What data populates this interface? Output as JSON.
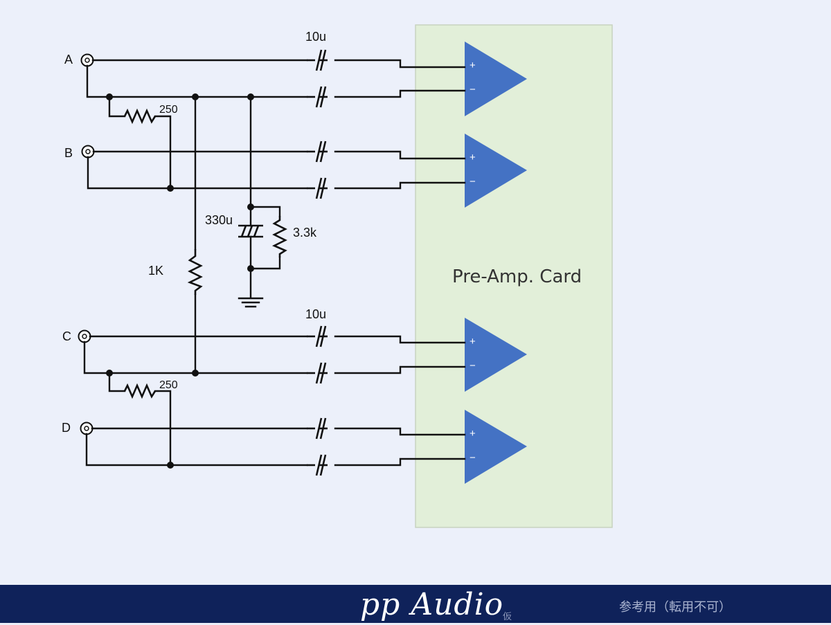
{
  "schematic": {
    "inputs": {
      "a": "A",
      "b": "B",
      "c": "C",
      "d": "D"
    },
    "components": {
      "cap_top": "10u",
      "cap_mid": "10u",
      "res_ab": "250",
      "res_cd": "250",
      "res_1k": "1K",
      "cap_330": "330u",
      "res_33k": "3.3k"
    },
    "card": {
      "title": "Pre-Amp. Card",
      "color": "#e2efd9"
    },
    "opamp": {
      "plus": "+",
      "minus": "−",
      "color": "#4472c4"
    }
  },
  "footer": {
    "brand": "pp Audio",
    "brand_sub": "仮",
    "notice": "参考用（転用不可）",
    "background": "#0f225a"
  }
}
